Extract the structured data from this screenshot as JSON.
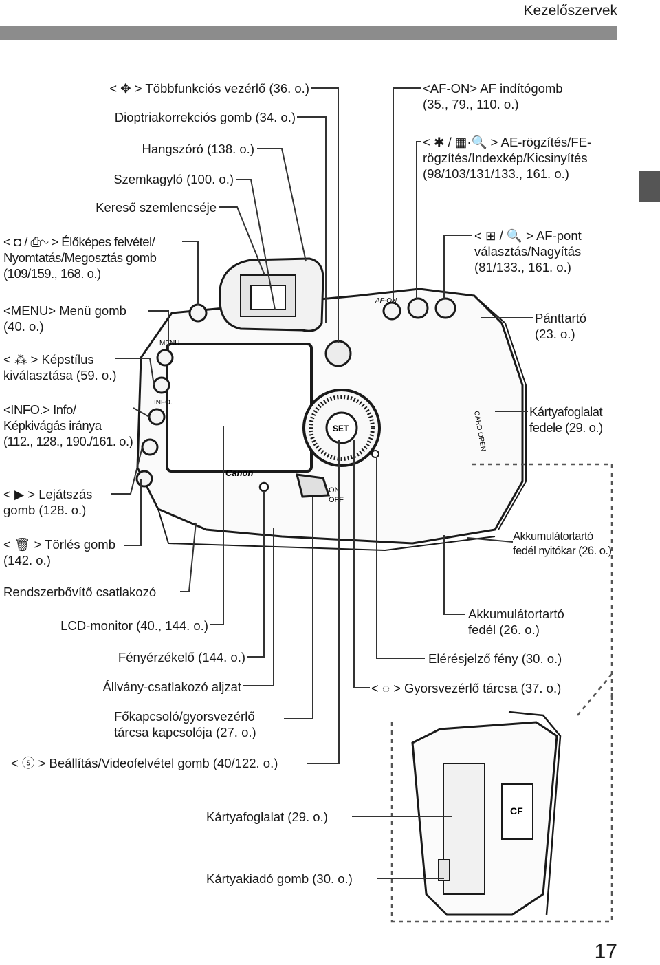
{
  "header": {
    "section_title": "Kezelőszervek",
    "page_number": "17"
  },
  "labels": {
    "multi_controller": "< ✥ > Többfunkciós vezérlő (36. o.)",
    "dioptric": "Dioptriakorrekciós gomb (34. o.)",
    "speaker": "Hangszóró (138. o.)",
    "eyecup": "Szemkagyló (100. o.)",
    "eyepiece": "Kereső szemlencséje",
    "liveview": "< ◘ / ⎙∿ > Élőképes felvétel/\nNyomtatás/Megosztás gomb\n(109/159., 168. o.)",
    "menu": "<MENU> Menü gomb\n(40. o.)",
    "picture_style": "< ⁂ > Képstílus\nkiválasztása (59. o.)",
    "info": "<INFO.> Info/\nKépkivágás iránya\n(112., 128., 190./161. o.)",
    "playback": "< ▶ > Lejátszás\ngomb (128. o.)",
    "erase": "< 🗑 > Törlés gomb\n(142. o.)",
    "system_ext": "Rendszerbővítő csatlakozó",
    "lcd": "LCD-monitor (40., 144. o.)",
    "light_sensor": "Fényérzékelő (144. o.)",
    "tripod": "Állvány-csatlakozó aljzat",
    "power_switch": "Főkapcsoló/gyorsvezérlő\ntárcsa kapcsolója (27. o.)",
    "set_button": "< ⓢ > Beállítás/Videofelvétel gomb (40/122. o.)",
    "card_slot": "Kártyafoglalat (29. o.)",
    "card_eject": "Kártyakiadó gomb (30. o.)",
    "af_on": "<AF-ON> AF indítógomb\n(35., 79., 110. o.)",
    "ae_lock": "< ✱ / ▦·🔍 > AE-rögzítés/FE-\nrögzítés/Indexkép/Kicsinyítés\n(98/103/131/133., 161. o.)",
    "af_point": "< ⊞ / 🔍 > AF-pont\nválasztás/Nagyítás\n(81/133., 161. o.)",
    "strap": "Pánttartó\n(23. o.)",
    "card_cover": "Kártyafoglalat\nfedele (29. o.)",
    "battery_lever": "Akkumulátortartó\nfedél nyitókar (26. o.)",
    "battery_cover": "Akkumulátortartó\nfedél (26. o.)",
    "access_lamp": "Elérésjelző fény (30. o.)",
    "quick_dial": "< ◌ > Gyorsvezérlő tárcsa (37. o.)"
  },
  "camera": {
    "brand": "Canon",
    "btn_menu": "MENU",
    "btn_info": "INFO.",
    "btn_afon": "AF-ON",
    "btn_set": "SET",
    "switch_on": "ON",
    "switch_off": "OFF",
    "card_open": "CARD OPEN",
    "cf": "CF"
  }
}
